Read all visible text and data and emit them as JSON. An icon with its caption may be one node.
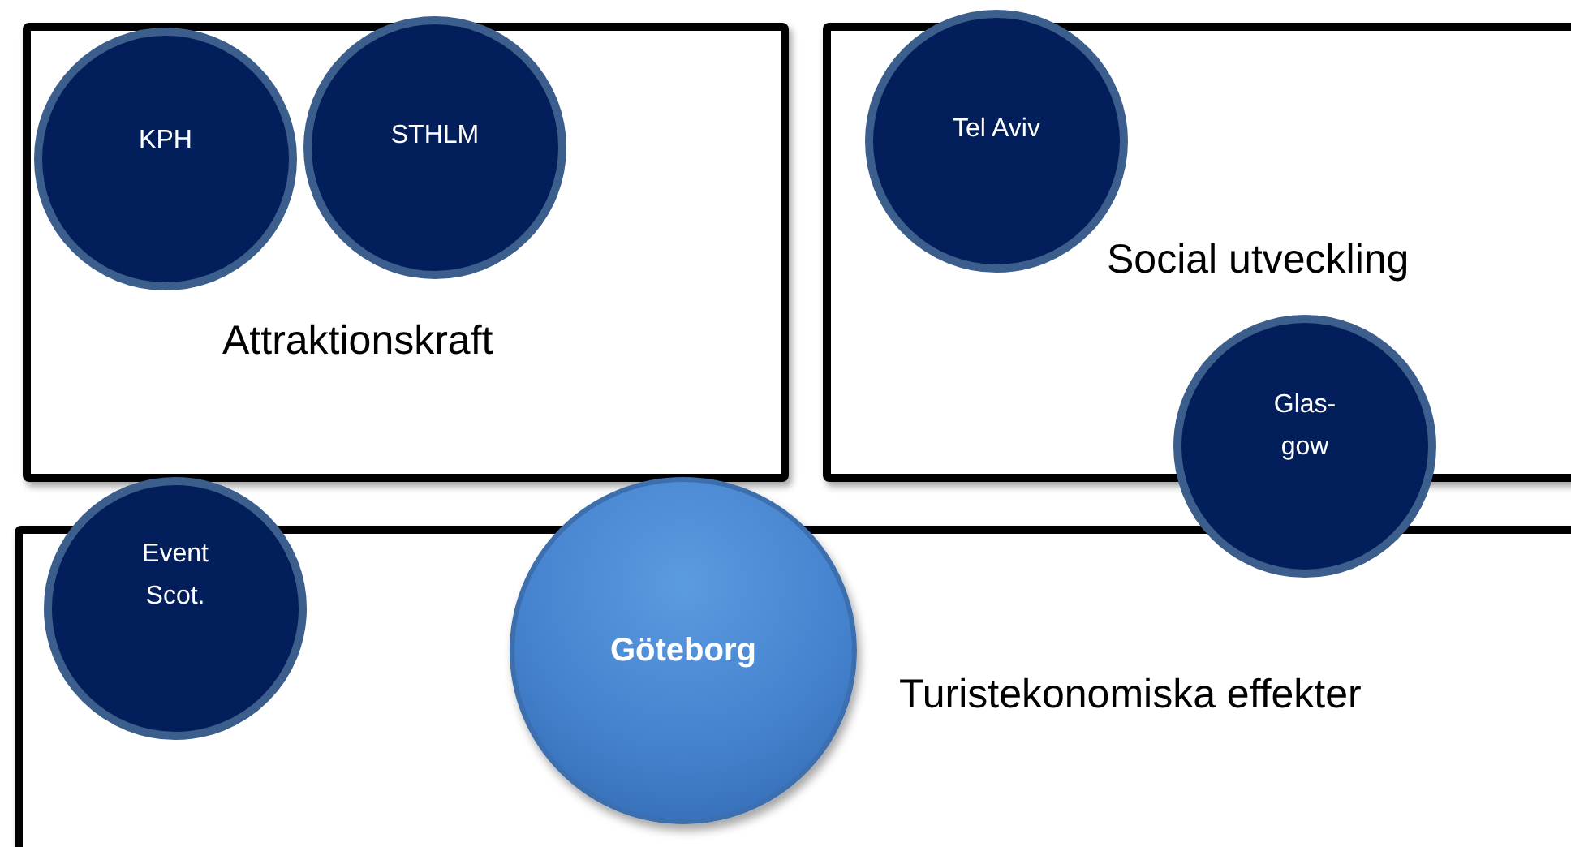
{
  "diagram": {
    "nodes": [
      {
        "text": [
          "Attraktionskraft"
        ]
      },
      {
        "text": [
          "KPH"
        ],
        "in": 0
      },
      {
        "text": [
          "STHLM"
        ],
        "in": 0
      },
      {
        "text": [
          "Social utveckling"
        ]
      },
      {
        "text": [
          "Tel Aviv"
        ],
        "in": 3
      },
      {
        "text": [
          "Glas- gow"
        ]
      },
      {
        "text": [
          "Event Scot."
        ]
      },
      {
        "text": [
          "Göteborg"
        ]
      },
      {
        "text": [
          "Turistekonomiska effekter"
        ]
      }
    ]
  }
}
